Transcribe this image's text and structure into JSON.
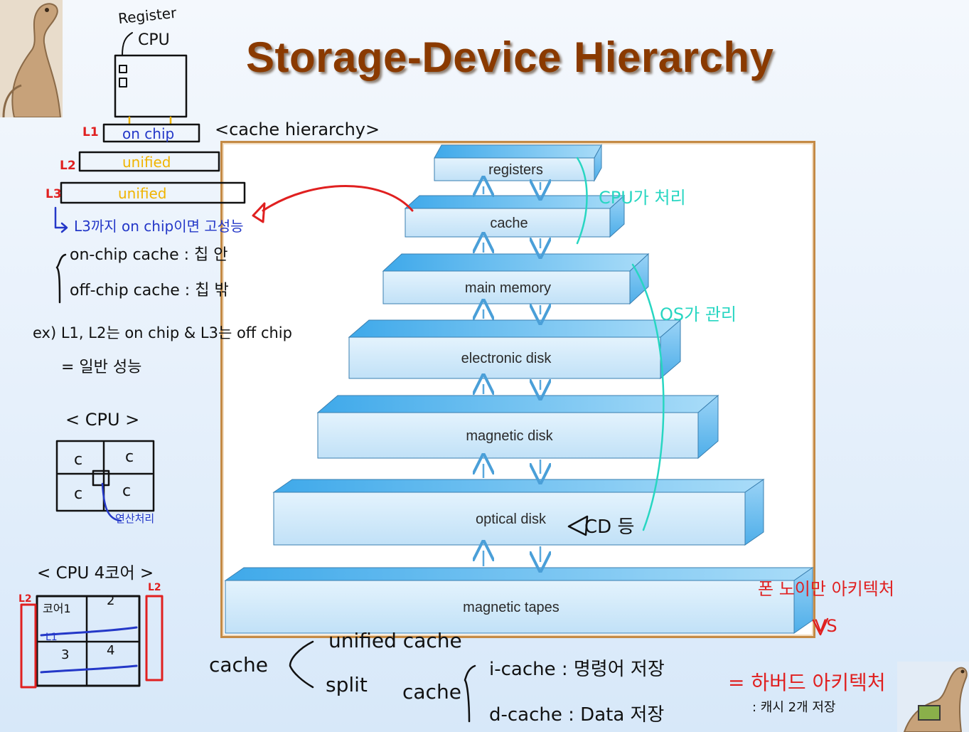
{
  "slide": {
    "title": "Storage-Device Hierarchy"
  },
  "hierarchy": {
    "levels": [
      {
        "label": "registers"
      },
      {
        "label": "cache"
      },
      {
        "label": "main memory"
      },
      {
        "label": "electronic disk"
      },
      {
        "label": "magnetic disk"
      },
      {
        "label": "optical disk"
      },
      {
        "label": "magnetic tapes"
      }
    ]
  },
  "notes": {
    "register": "Register",
    "cpu": "CPU",
    "l1": "L1",
    "on_chip": "on chip",
    "cache_hierarchy": "<cache hierarchy>",
    "l2": "L2",
    "unified": "unified",
    "l3": "L3",
    "l3_on_chip_note": "L3까지 on chip이면 고성능",
    "on_chip_cache": "on-chip cache : 칩 안",
    "off_chip_cache": "off-chip cache : 칩 밖",
    "example": "ex) L1, L2는 on chip & L3는 off chip",
    "general_performance": "= 일반 성능",
    "cpu_diagram_title": "< CPU >",
    "core_label": "c",
    "interconnect": "연산처리",
    "cpu4_title": "< CPU 4코어 >",
    "core1": "코어1",
    "core2": "2",
    "core3": "3",
    "core4": "4",
    "cpu_handles": "CPU가 처리",
    "os_manages": "OS가 관리",
    "cd_etc": "CD 등",
    "von_neumann": "폰 노이만 아키텍처",
    "vs": "VS",
    "harvard": "= 하버드 아키텍처",
    "two_stores": ": 캐시 2개 저장",
    "cache_word": "cache",
    "unified_cache": "unified cache",
    "split": "split",
    "i_cache": "i-cache : 명령어 저장",
    "d_cache": "d-cache : Data 저장"
  },
  "colors": {
    "title": "#8a3a00",
    "frame": "#c48a45",
    "box_face": "#d2e9f9",
    "box_top": "#5ab6ec",
    "box_side": "#7fc6f2",
    "arrow": "#5aa8dd",
    "ink_black": "#111111",
    "ink_blue": "#2438c8",
    "ink_red": "#e02020",
    "ink_yellow": "#f0b400",
    "ink_cyan": "#28d6c2"
  }
}
